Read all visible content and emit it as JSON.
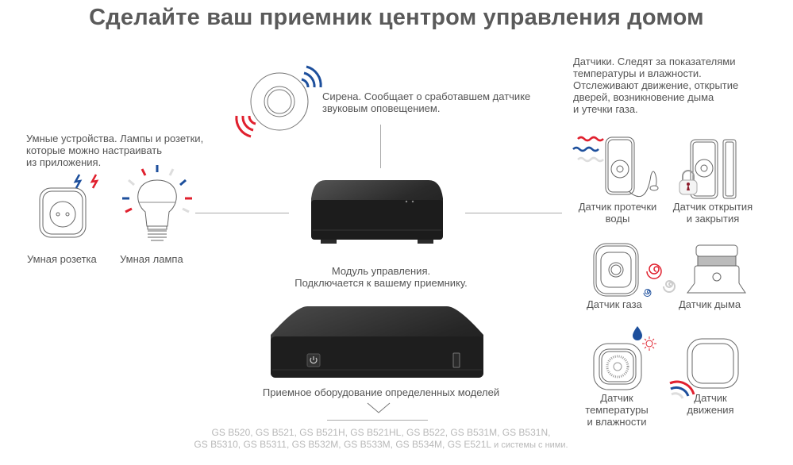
{
  "title": "Сделайте ваш приемник центром управления домом",
  "siren": {
    "label_line1": "Сирена. Сообщает о сработавшем датчике",
    "label_line2": "звуковым оповещением."
  },
  "smart_devices": {
    "description_line1": "Умные устройства. Лампы и розетки,",
    "description_line2": "которые можно настраивать",
    "description_line3": "из приложения.",
    "items": [
      {
        "label": "Умная розетка",
        "icon": "smart-socket-icon"
      },
      {
        "label": "Умная лампа",
        "icon": "smart-bulb-icon"
      }
    ]
  },
  "control_module": {
    "label_line1": "Модуль управления.",
    "label_line2": "Подключается к вашему приемнику."
  },
  "receiver": {
    "label": "Приемное оборудование определенных моделей",
    "models_line1": "GS B520, GS B521, GS B521H, GS B521HL, GS B522, GS B531M, GS B531N,",
    "models_line2_models": "GS B5310, GS B5311, GS B532M, GS B533M, GS B534M, GS E521L",
    "models_line2_suffix": " и системы с ними."
  },
  "sensors": {
    "description_line1": "Датчики. Следят за показателями",
    "description_line2": "температуры и влажности.",
    "description_line3": "Отслеживают движение, открытие",
    "description_line4": "дверей, возникновение дыма",
    "description_line5": "и утечки газа.",
    "items": [
      {
        "label_line1": "Датчик протечки",
        "label_line2": "воды",
        "icon": "water-leak-sensor-icon"
      },
      {
        "label_line1": "Датчик открытия",
        "label_line2": "и закрытия",
        "icon": "door-sensor-icon"
      },
      {
        "label_line1": "Датчик газа",
        "icon": "gas-sensor-icon"
      },
      {
        "label_line1": "Датчик дыма",
        "icon": "smoke-sensor-icon"
      },
      {
        "label_line1": "Датчик",
        "label_line2": "температуры",
        "label_line3": "и влажности",
        "icon": "temp-humidity-sensor-icon"
      },
      {
        "label_line1": "Датчик",
        "label_line2": "движения",
        "icon": "motion-sensor-icon"
      }
    ]
  },
  "colors": {
    "accent_red": "#e0202e",
    "accent_blue": "#1d4f9c",
    "text": "#555555",
    "models_text": "#b8b8b8",
    "device_dark": "#1f1f1f"
  }
}
